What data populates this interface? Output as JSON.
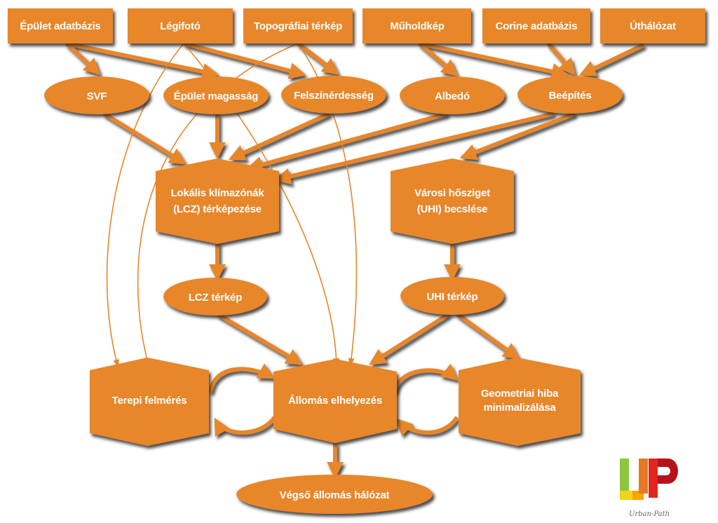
{
  "colors": {
    "node": "#E8862A",
    "edge": "#E8862A",
    "shadow": "#2a2a2a",
    "text": "#ffffff"
  },
  "sources": [
    "Épület adatbázis",
    "Légifotó",
    "Topográfiai térkép",
    "Műholdkép",
    "Corine adatbázis",
    "Úthálózat"
  ],
  "features": [
    "SVF",
    "Épület magasság",
    "Felszínérdesség",
    "Albedó",
    "Beépítés"
  ],
  "processes": {
    "lcz_line1": "Lokális klímazónák",
    "lcz_line2": "(LCZ) térképezése",
    "uhi_line1": "Városi hősziget",
    "uhi_line2": "(UHI) becslése"
  },
  "maps": {
    "lcz": "LCZ térkép",
    "uhi": "UHI térkép"
  },
  "final_row": {
    "survey": "Terepi felmérés",
    "placement": "Állomás elhelyezés",
    "geom_line1": "Geometriai hiba",
    "geom_line2": "minimalizálása"
  },
  "result": "Végső állomás hálózat",
  "logo": {
    "letters": "UP",
    "caption": "Urban-Path",
    "icon": "urban-path-logo"
  }
}
